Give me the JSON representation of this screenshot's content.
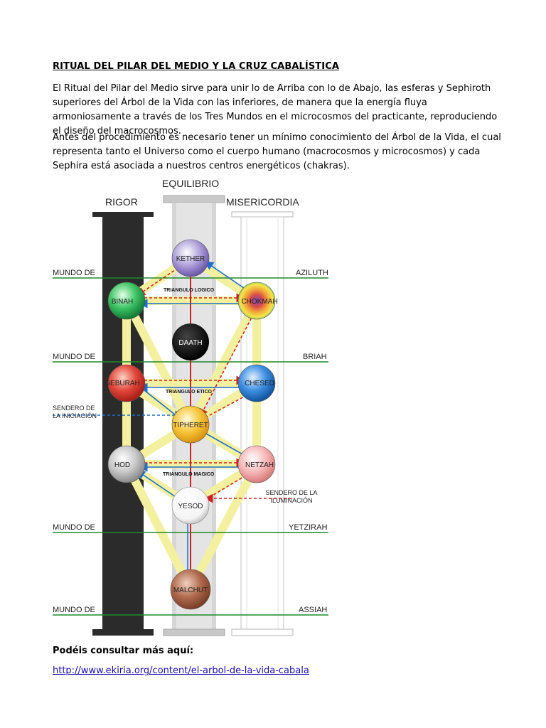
{
  "document": {
    "title": "RITUAL DEL PILAR DEL MEDIO Y LA CRUZ CABALÍSTICA",
    "paragraphs": [
      "El Ritual del Pilar del Medio sirve para unir lo de Arriba con lo de Abajo, las esferas y Sephiroth superiores del Árbol de la Vida con las inferiores, de manera que la energía fluya armoniosamente a través de los Tres Mundos en el microcosmos del practicante, reproduciendo el diseño del macrocosmos.",
      "Antes del procedimiento es necesario tener un mínimo conocimiento del Árbol de la Vida, el cual representa tanto el Universo como el cuerpo humano (macrocosmos y microcosmos) y cada Sephira está asociada a nuestros centros energéticos (chakras)."
    ],
    "more_text": "Podéis consultar más aquí:",
    "link_text": "http://www.ekiria.org/content/el-arbol-de-la-vida-cabala"
  },
  "diagram": {
    "pillars": {
      "left": "RIGOR",
      "center": "EQUILIBRIO",
      "right": "MISERICORDIA"
    },
    "worlds": [
      {
        "left": "MUNDO DE",
        "right": "AZILUTH"
      },
      {
        "left": "MUNDO DE",
        "right": "BRIAH"
      },
      {
        "left": "MUNDO DE",
        "right": "YETZIRAH"
      },
      {
        "left": "MUNDO DE",
        "right": "ASSIAH"
      }
    ],
    "spheres": {
      "kether": "KETHER",
      "binah": "BINAH",
      "chokmah": "CHOKMAH",
      "daath": "DAATH",
      "geburah": "GEBURAH",
      "chesed": "CHESED",
      "tiphereth": "TIPHERET",
      "hod": "HOD",
      "netzah": "NETZAH",
      "yesod": "YESOD",
      "malchut": "MALCHUT"
    },
    "triangles": {
      "logico": "TRIANGULO LOGICO",
      "etico": "TRIANGULO ETICO",
      "magico": "TRIANGULO MAGICO"
    },
    "sendero_iniciacion": [
      "SENDERO DE",
      "LA INICIACIÓN"
    ],
    "sendero_iluminacion": [
      "SENDERO DE LA",
      "ILUMINACIÓN"
    ],
    "colors": {
      "path": "#f3f0a0",
      "rigor_pillar": "#2b2b2b",
      "center_pillar": "#c8c8c8",
      "world_line": "#1f8a2a",
      "red_arrow": "#d41f1f",
      "blue_arrow": "#1c6fd0"
    }
  }
}
